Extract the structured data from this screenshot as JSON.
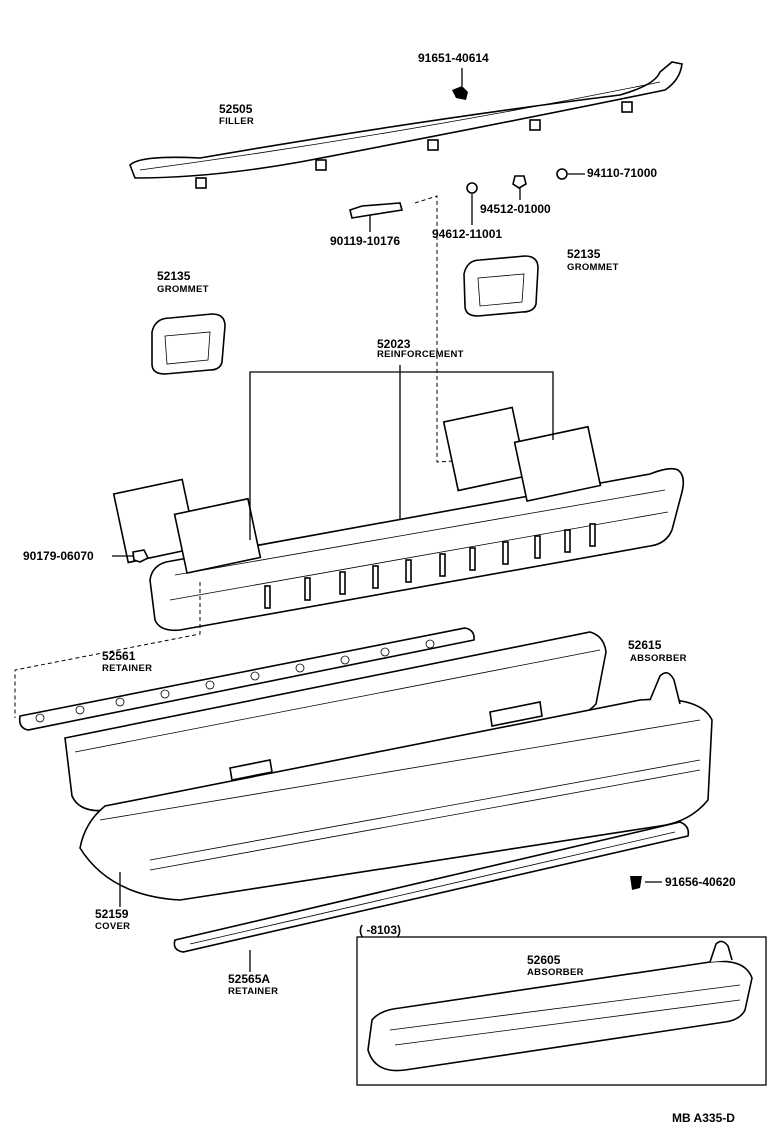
{
  "parts": {
    "p1": {
      "number": "91651-40614"
    },
    "p2": {
      "number": "52505",
      "name": "FILLER"
    },
    "p3": {
      "number": "94110-71000"
    },
    "p4": {
      "number": "94512-01000"
    },
    "p5": {
      "number": "90119-10176"
    },
    "p6": {
      "number": "94612-11001"
    },
    "p7": {
      "number": "52135",
      "name": "GROMMET"
    },
    "p8": {
      "number": "52135",
      "name": "GROMMET"
    },
    "p9": {
      "number": "52023",
      "name": "REINFORCEMENT"
    },
    "p10": {
      "number": "90179-06070"
    },
    "p11": {
      "number": "52561",
      "name": "RETAINER"
    },
    "p12": {
      "number": "52615",
      "name": "ABSORBER"
    },
    "p13": {
      "number": "91656-40620"
    },
    "p14": {
      "number": "52159",
      "name": "COVER"
    },
    "p15": {
      "number": "52565A",
      "name": "RETAINER"
    },
    "p16": {
      "number": "52605",
      "name": "ABSORBER"
    }
  },
  "inset": {
    "range": "(     -8103)"
  },
  "footer": {
    "code": "MB  A335-D"
  }
}
